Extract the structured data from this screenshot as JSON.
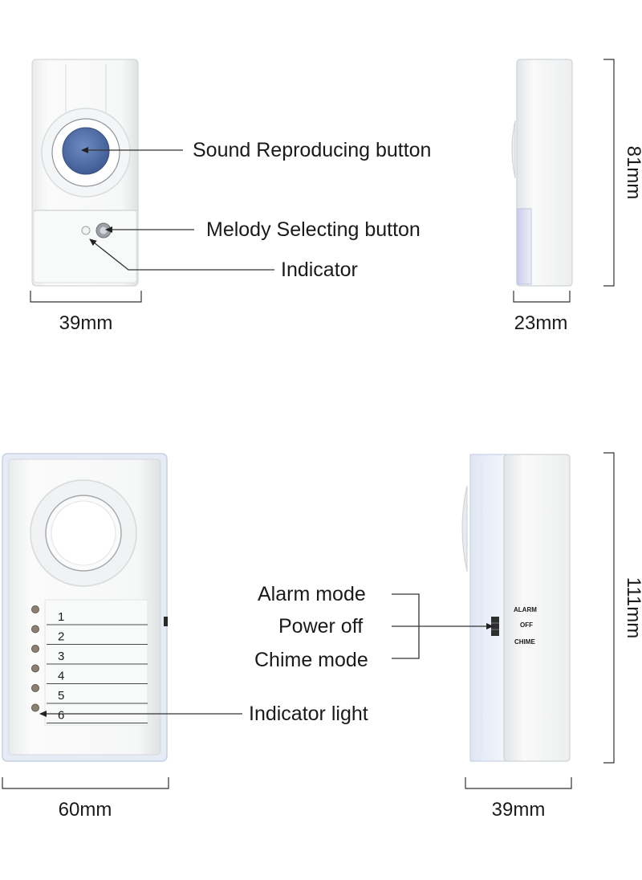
{
  "transmitter": {
    "labels": {
      "sound_button": "Sound Reproducing button",
      "melody_button": "Melody Selecting button",
      "indicator": "Indicator"
    },
    "dimensions": {
      "width": "39mm",
      "depth": "23mm",
      "height": "81mm"
    }
  },
  "receiver": {
    "labels": {
      "alarm_mode": "Alarm mode",
      "power_off": "Power off",
      "chime_mode": "Chime mode",
      "indicator_light": "Indicator light"
    },
    "switch_marks": {
      "alarm": "ALARM",
      "off": "OFF",
      "chime": "CHIME"
    },
    "melody_numbers": [
      "1",
      "2",
      "3",
      "4",
      "5",
      "6"
    ],
    "dimensions": {
      "width": "60mm",
      "depth": "39mm",
      "height": "111mm"
    }
  },
  "colors": {
    "button_blue": "#4a6aa3",
    "device_white": "#f7f8f8",
    "lens_lilac": "#d8daf0",
    "line": "#333333"
  }
}
